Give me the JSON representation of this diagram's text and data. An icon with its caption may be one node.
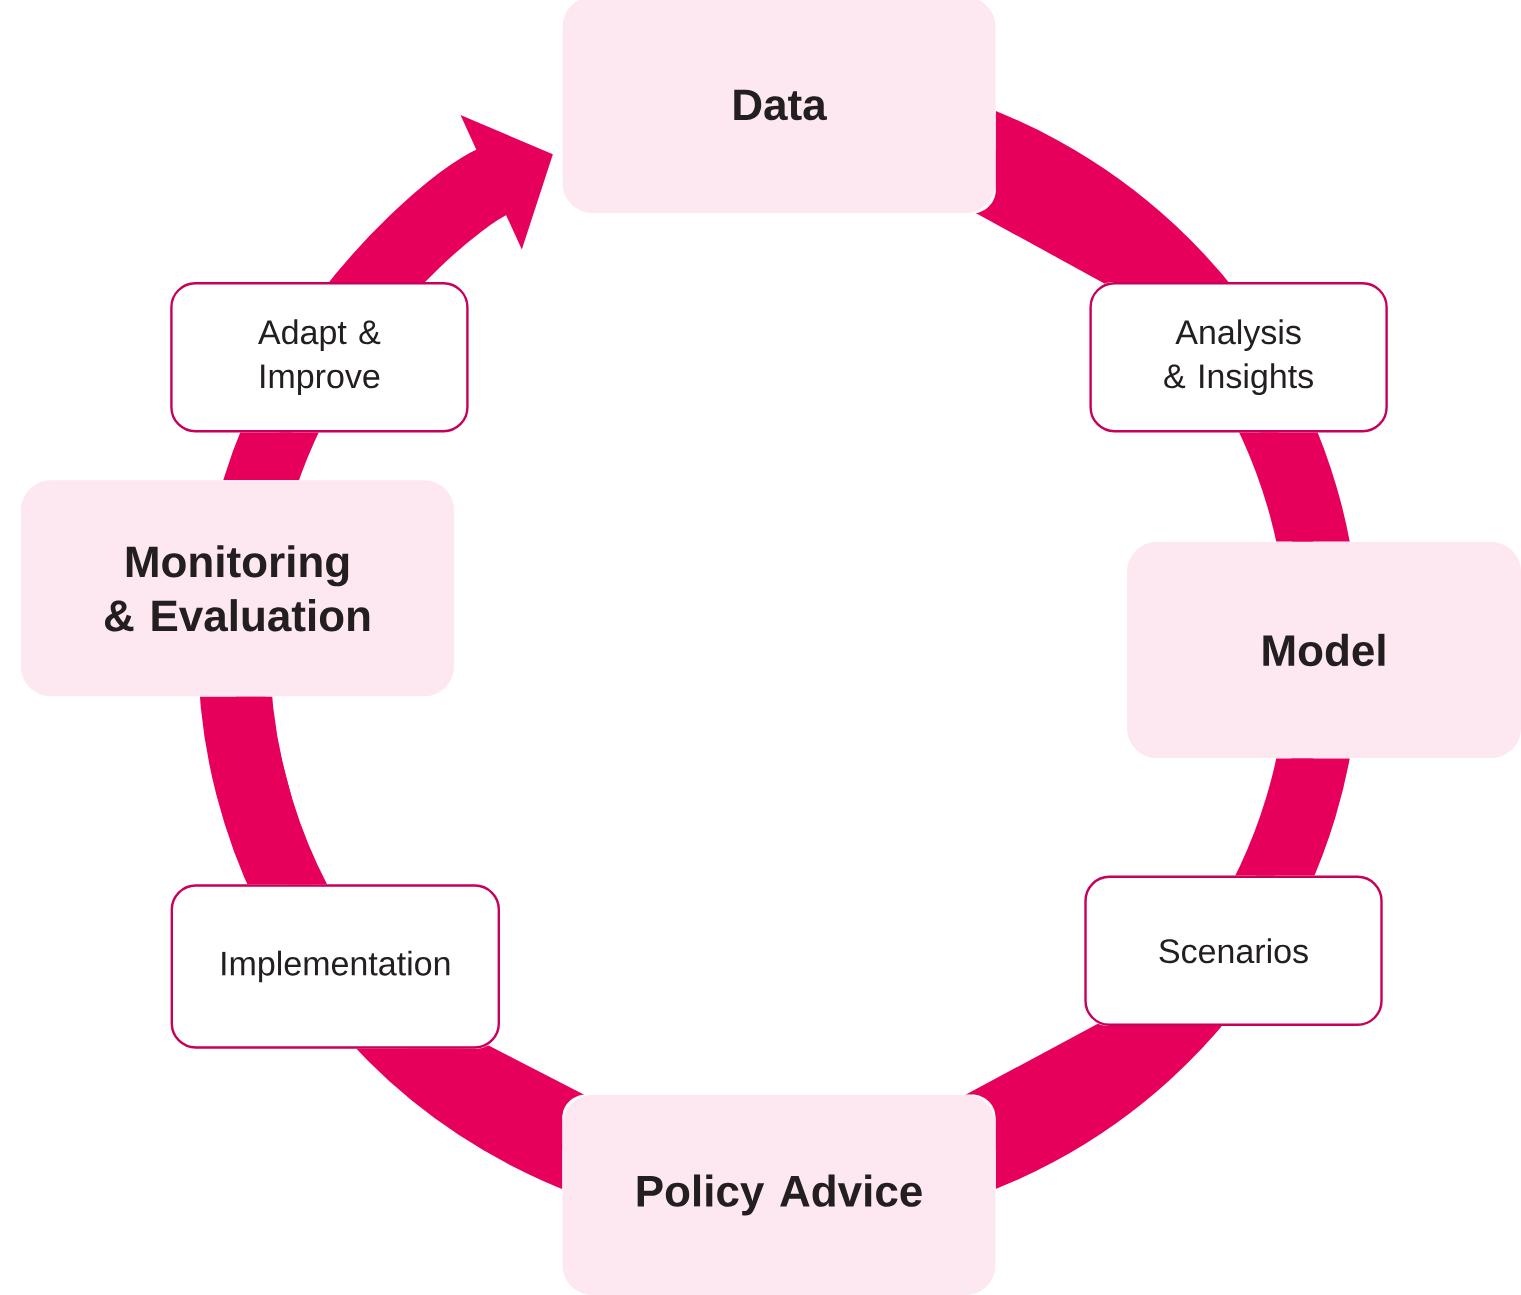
{
  "diagram": {
    "nodes": [
      {
        "text": [
          "Data"
        ]
      },
      {
        "text": [
          "Analysis & Insights"
        ]
      },
      {
        "text": [
          "Model"
        ]
      },
      {
        "text": [
          "Scenarios"
        ]
      },
      {
        "text": [
          "Policy Advice"
        ]
      },
      {
        "text": [
          "Implementation"
        ]
      },
      {
        "text": [
          "Monitoring & Evaluation"
        ]
      },
      {
        "text": [
          "Adapt & Improve"
        ]
      }
    ],
    "edges": [
      {
        "from": 0,
        "to": 1,
        "arrow": "none"
      },
      {
        "from": 1,
        "to": 2,
        "arrow": "none"
      },
      {
        "from": 2,
        "to": 3,
        "arrow": "none"
      },
      {
        "from": 3,
        "to": 4,
        "arrow": "none"
      },
      {
        "from": 4,
        "to": 5,
        "arrow": "none"
      },
      {
        "from": 5,
        "to": 6,
        "arrow": "none"
      },
      {
        "from": 6,
        "to": 7,
        "arrow": "none"
      },
      {
        "from": 7,
        "to": 0,
        "arrow": "to"
      }
    ]
  }
}
